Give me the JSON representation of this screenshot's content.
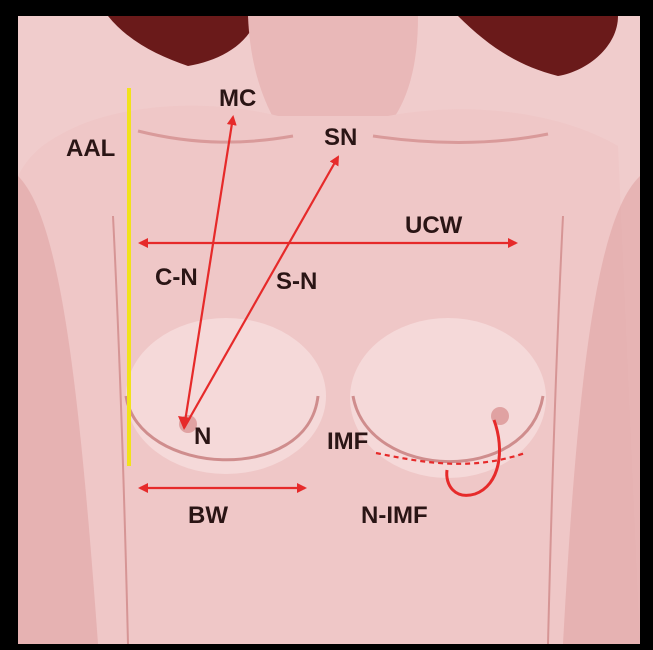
{
  "labels": {
    "aal": "AAL",
    "mc": "MC",
    "sn": "SN",
    "ucw": "UCW",
    "cn": "C-N",
    "sn_line": "S-N",
    "n": "N",
    "imf": "IMF",
    "bw": "BW",
    "nimf": "N-IMF"
  },
  "colors": {
    "arrow": "#e62a2a",
    "aal_line": "#f2e21b",
    "label": "#2a1515",
    "frame": "#000000"
  }
}
